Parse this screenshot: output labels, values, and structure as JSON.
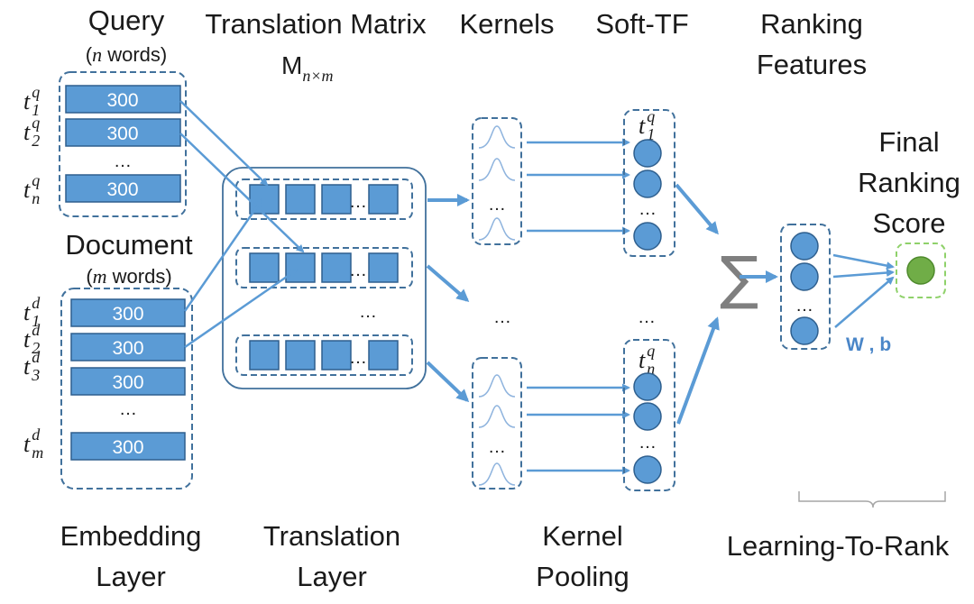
{
  "headers": {
    "query": "Query",
    "query_sub_var": "n",
    "query_sub_text": " words)",
    "translation_matrix": "Translation Matrix",
    "matrix_symbol": "M",
    "matrix_subscript": "n×m",
    "kernels": "Kernels",
    "soft_tf": "Soft-TF",
    "ranking_features_1": "Ranking",
    "ranking_features_2": "Features",
    "final_1": "Final",
    "final_2": "Ranking",
    "final_3": "Score",
    "document": "Document",
    "doc_sub_var": "m",
    "doc_sub_text": " words)",
    "paren_open": "("
  },
  "bottom_labels": {
    "embedding_1": "Embedding",
    "embedding_2": "Layer",
    "translation_1": "Translation",
    "translation_2": "Layer",
    "kernel_1": "Kernel",
    "kernel_2": "Pooling",
    "ltr": "Learning-To-Rank"
  },
  "query_tokens": [
    {
      "base": "t",
      "sub": "1",
      "sup": "q"
    },
    {
      "base": "t",
      "sub": "2",
      "sup": "q"
    },
    {
      "base": "t",
      "sub": "n",
      "sup": "q"
    }
  ],
  "doc_tokens": [
    {
      "base": "t",
      "sub": "1",
      "sup": "d"
    },
    {
      "base": "t",
      "sub": "2",
      "sup": "d"
    },
    {
      "base": "t",
      "sub": "3",
      "sup": "d"
    },
    {
      "base": "t",
      "sub": "m",
      "sup": "d"
    }
  ],
  "embedding_dim": "300",
  "ellipsis": "…",
  "softtf_top": {
    "base": "t",
    "sub": "1",
    "sup": "q"
  },
  "softtf_bottom": {
    "base": "t",
    "sub": "n",
    "sup": "q"
  },
  "sum_symbol": "∑",
  "weights_label": "W , b",
  "colors": {
    "blue_fill": "#5b9bd5",
    "blue_stroke": "#41719c",
    "green_fill": "#70ad47",
    "green_stroke": "#8fd16a"
  }
}
